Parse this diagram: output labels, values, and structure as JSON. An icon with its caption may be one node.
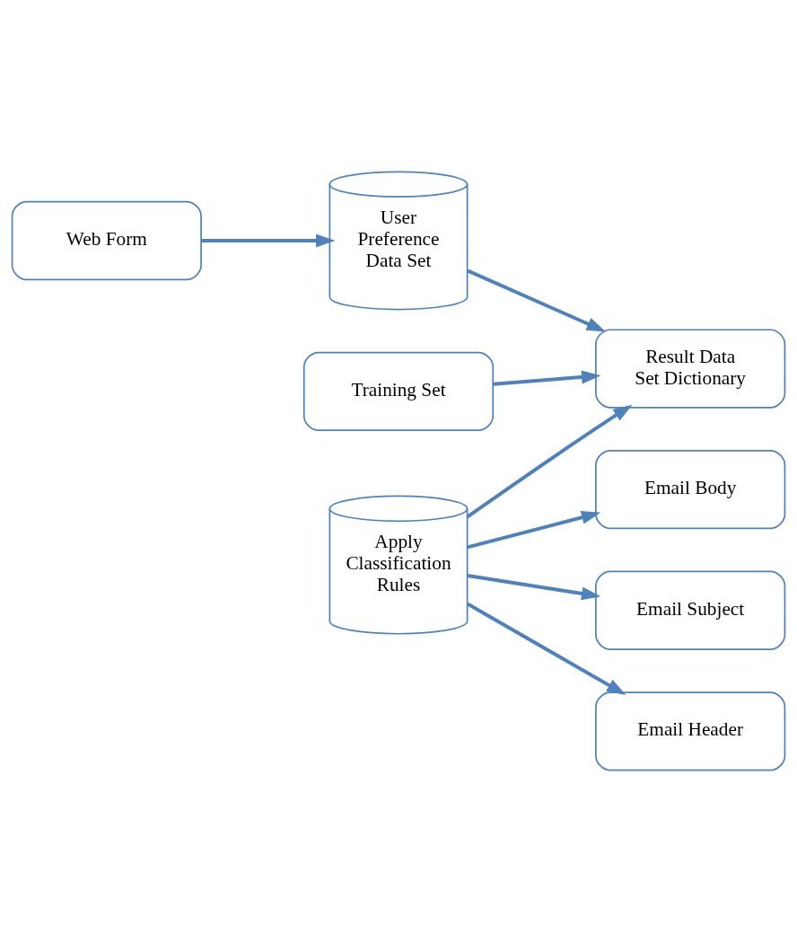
{
  "diagram": {
    "nodes": [
      {
        "text": [
          "Web Form"
        ]
      },
      {
        "text": [
          "User Preference Data Set"
        ]
      },
      {
        "text": [
          "Training Set"
        ]
      },
      {
        "text": [
          "Result Data Set Dictionary"
        ]
      },
      {
        "text": [
          "Apply Classification Rules"
        ]
      },
      {
        "text": [
          "Email Body"
        ]
      },
      {
        "text": [
          "Email Subject"
        ]
      },
      {
        "text": [
          "Email Header"
        ]
      }
    ],
    "edges": [
      {
        "from": 0,
        "to": 1,
        "arrow": "to"
      },
      {
        "from": 1,
        "to": 3,
        "arrow": "to"
      },
      {
        "from": 2,
        "to": 3,
        "arrow": "to"
      },
      {
        "from": 4,
        "to": 3,
        "arrow": "to"
      },
      {
        "from": 4,
        "to": 5,
        "arrow": "to"
      },
      {
        "from": 4,
        "to": 6,
        "arrow": "to"
      },
      {
        "from": 4,
        "to": 7,
        "arrow": "to"
      }
    ]
  }
}
